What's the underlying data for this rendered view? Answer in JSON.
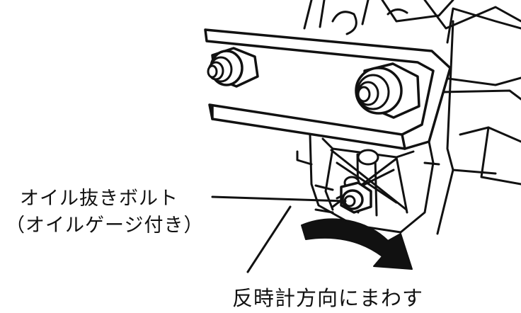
{
  "labels": {
    "drain_bolt": "オイル抜きボルト",
    "oil_gauge": "（オイルゲージ付き）",
    "rotate_direction": "反時計方向にまわす"
  },
  "icons": {
    "arrow": "counterclockwise-arrow-icon"
  },
  "colors": {
    "ink": "#111111",
    "paper": "#ffffff"
  }
}
